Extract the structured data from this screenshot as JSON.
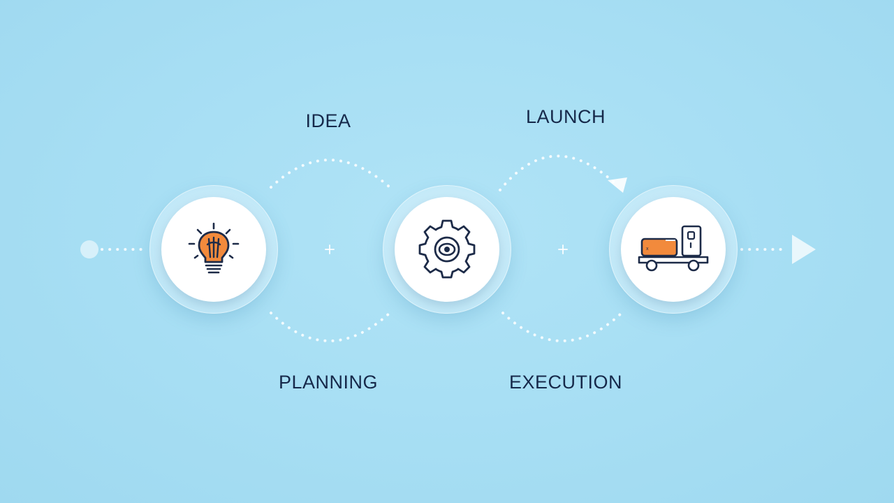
{
  "diagram": {
    "title": "",
    "steps": [
      {
        "label": "IDEA",
        "icon": "lightbulb-icon"
      },
      {
        "label": "PLANNING",
        "icon": "gear-icon"
      },
      {
        "label": "LAUNCH",
        "icon": "truck-icon"
      },
      {
        "label": "EXECUTION",
        "icon": ""
      }
    ],
    "icons": [
      {
        "name": "lightbulb-icon",
        "stage": "IDEA"
      },
      {
        "name": "gear-icon",
        "stage": "PLANNING"
      },
      {
        "name": "truck-icon",
        "stage": "LAUNCH"
      }
    ],
    "colors": {
      "background": "#a8dff4",
      "text": "#16294a",
      "icon_stroke": "#1d2b48",
      "accent": "#f28a3c",
      "connector": "#ffffff"
    }
  }
}
